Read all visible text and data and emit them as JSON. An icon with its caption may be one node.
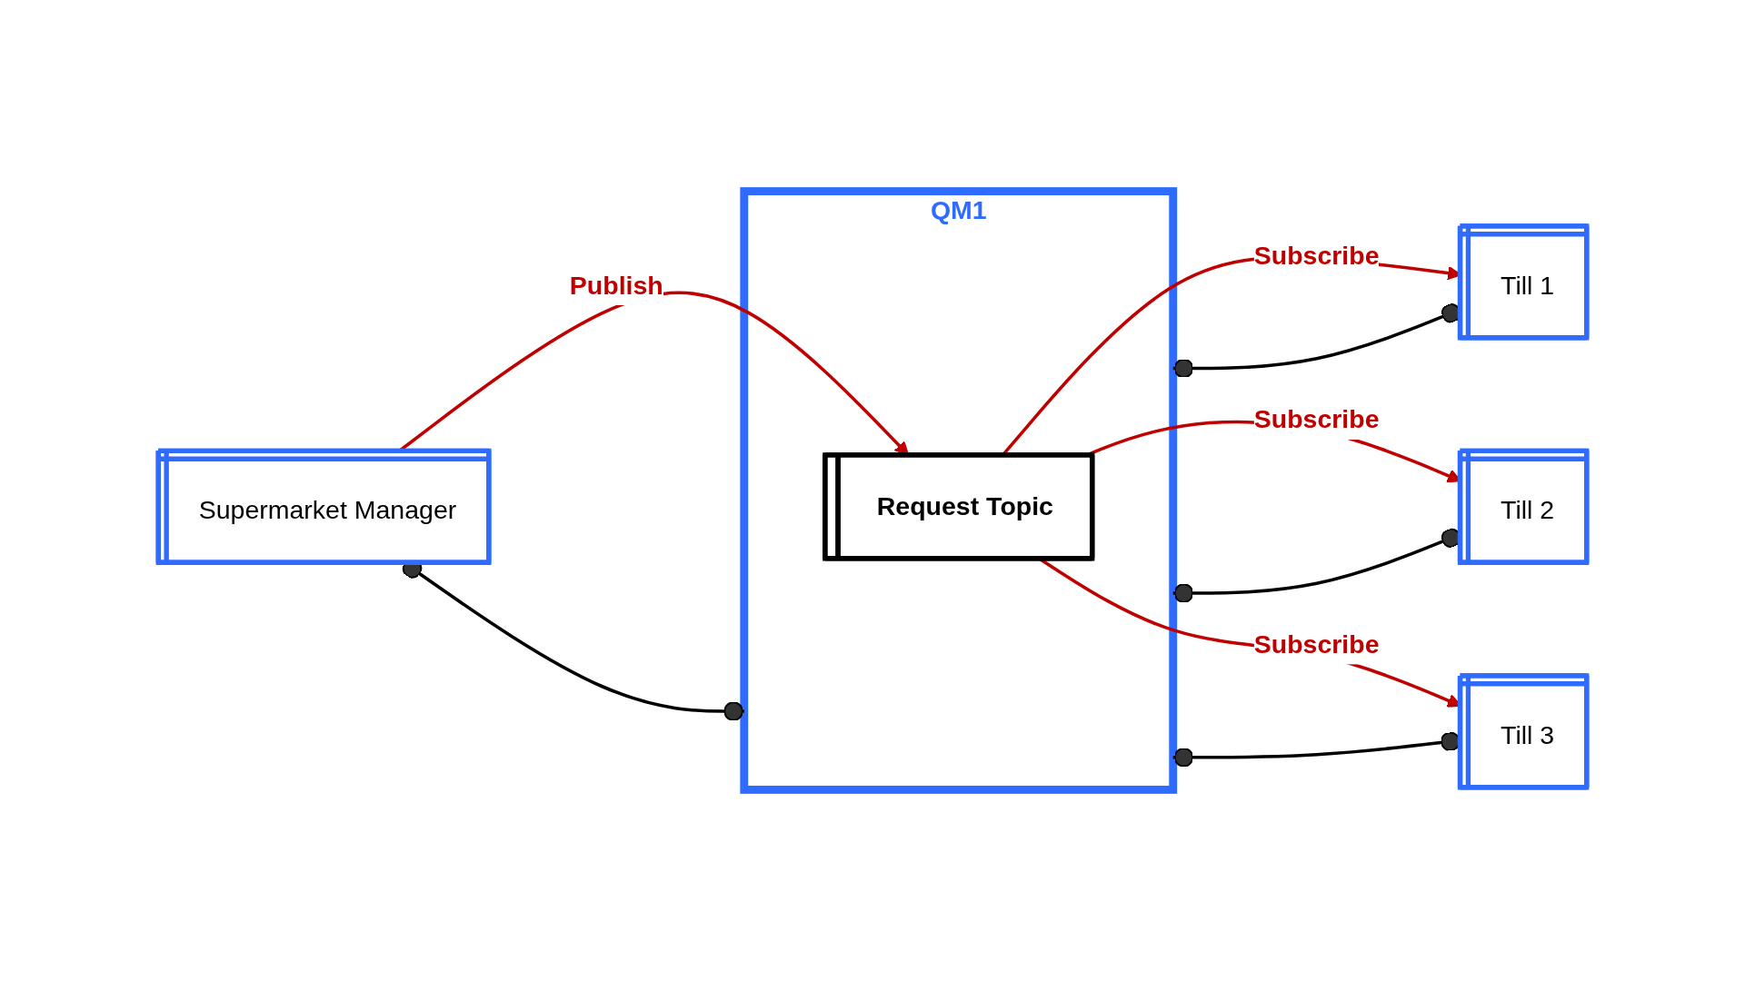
{
  "diagram": {
    "nodes": [
      {
        "text": [
          "Supermarket Manager"
        ]
      },
      {
        "text": [
          "QM1"
        ]
      },
      {
        "text": [
          "Request Topic"
        ],
        "in": 1
      },
      {
        "text": [
          "Till 1"
        ]
      },
      {
        "text": [
          "Till 2"
        ]
      },
      {
        "text": [
          "Till 3"
        ]
      }
    ],
    "edges": [
      {
        "from": 0,
        "to": 2,
        "arrow": "to",
        "label": "Publish",
        "color": "#c00000"
      },
      {
        "from": 0,
        "to": 1,
        "arrow": "other",
        "color": "#000000"
      },
      {
        "from": 2,
        "to": 3,
        "arrow": "to",
        "label": "Subscribe",
        "color": "#c00000"
      },
      {
        "from": 2,
        "to": 4,
        "arrow": "to",
        "label": "Subscribe",
        "color": "#c00000"
      },
      {
        "from": 2,
        "to": 5,
        "arrow": "to",
        "label": "Subscribe",
        "color": "#c00000"
      },
      {
        "from": 1,
        "to": 3,
        "arrow": "other",
        "color": "#000000"
      },
      {
        "from": 1,
        "to": 4,
        "arrow": "other",
        "color": "#000000"
      },
      {
        "from": 1,
        "to": 5,
        "arrow": "other",
        "color": "#000000"
      }
    ]
  }
}
